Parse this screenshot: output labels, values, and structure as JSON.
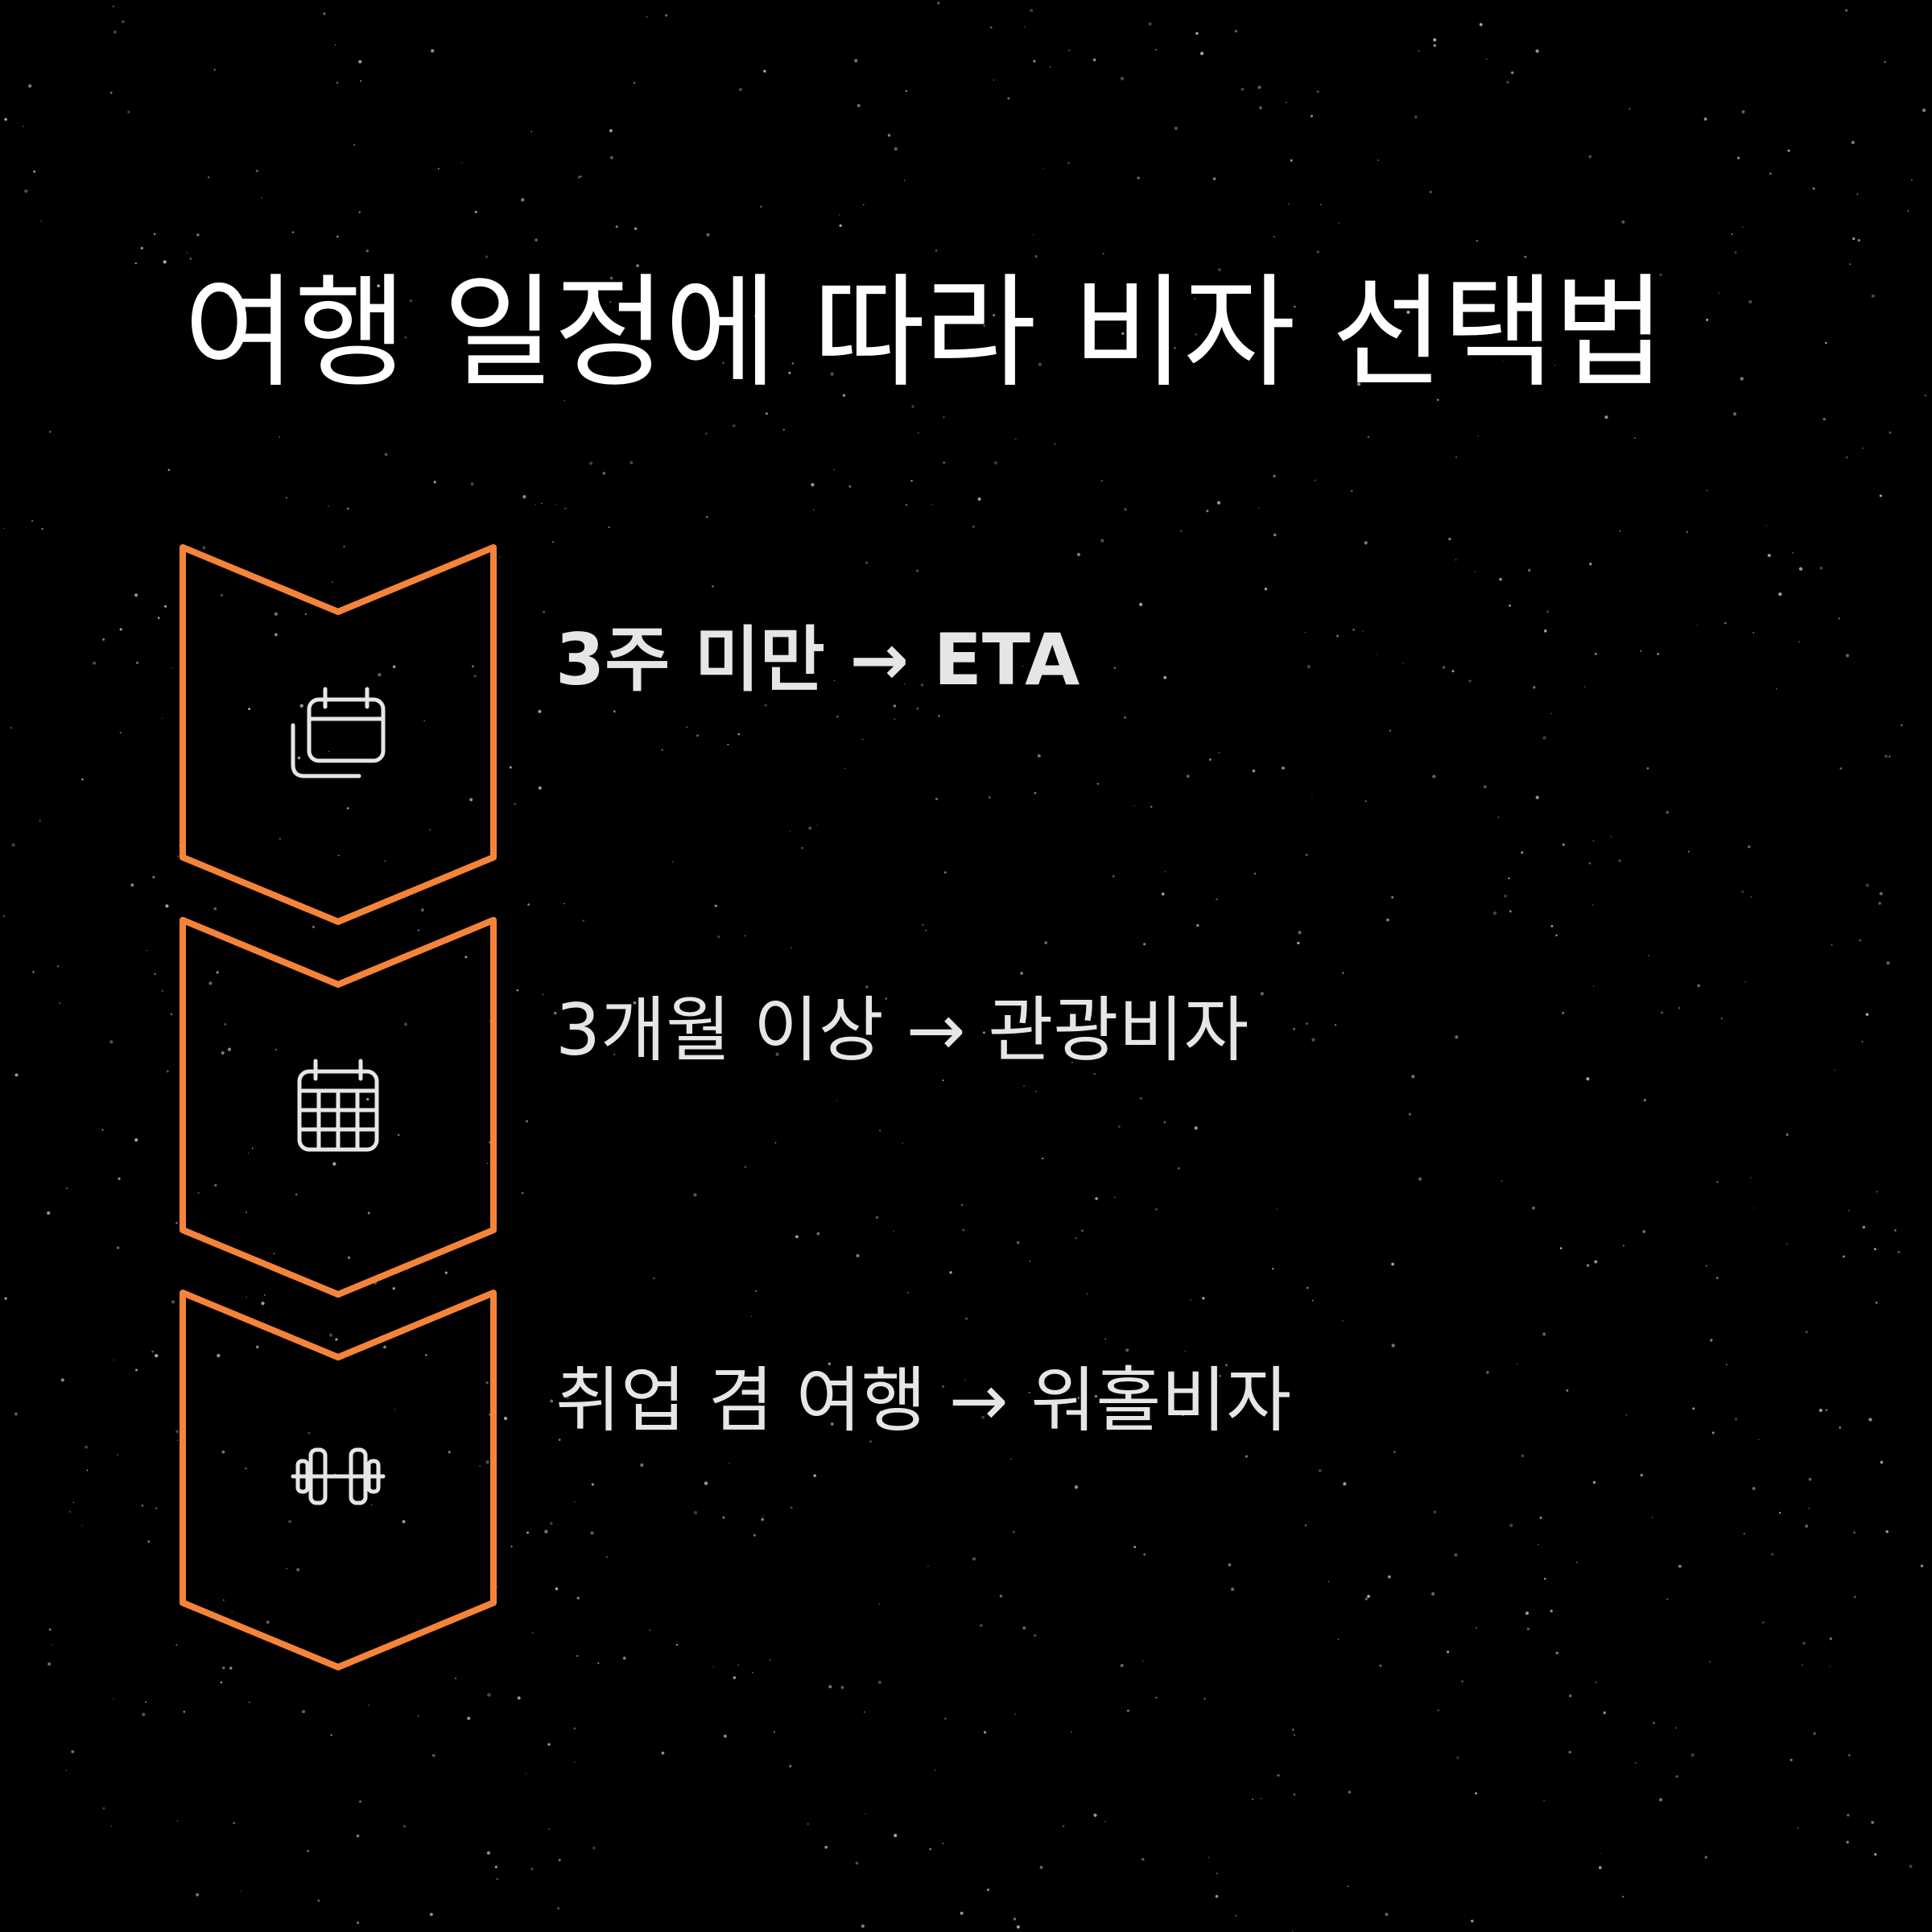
{
  "title": "여행 일정에 따라 비자 선택법",
  "colors": {
    "background": "#000000",
    "accent": "#f5843a",
    "text": "#e6e6e6",
    "title": "#ffffff"
  },
  "steps": [
    {
      "label": "3주 미만 → ETA",
      "icon": "calendar-range-icon"
    },
    {
      "label": "3개월 이상 → 관광비자",
      "icon": "calendar-grid-icon"
    },
    {
      "label": "취업 겸 여행 → 워홀비자",
      "icon": "dumbbell-icon"
    }
  ]
}
